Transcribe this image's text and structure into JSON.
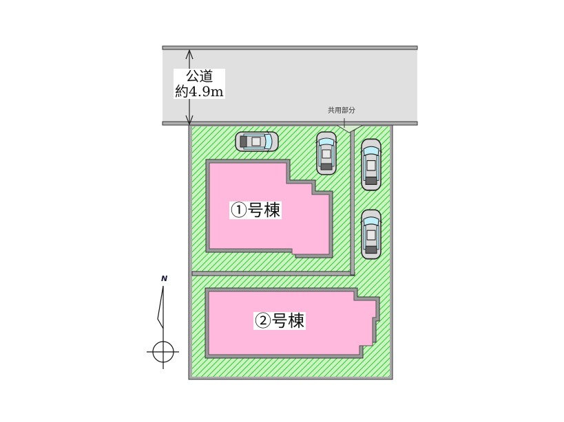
{
  "road": {
    "name": "公道",
    "width": "約4.9m"
  },
  "shared_area": {
    "label": "共用部分"
  },
  "buildings": [
    {
      "id": 1,
      "label": "①号棟"
    },
    {
      "id": 2,
      "label": "②号棟"
    }
  ],
  "compass": {
    "north_label": "N"
  },
  "parking": {
    "count": 4
  },
  "colors": {
    "road": "#e0e0e0",
    "lot_hatch_bg": "#c8f5c0",
    "lot_hatch_line": "#35c535",
    "building": "#ffb9dc",
    "wall": "#444444",
    "car_body": "#d8d8d8",
    "car_glass": "#bff0fa"
  }
}
